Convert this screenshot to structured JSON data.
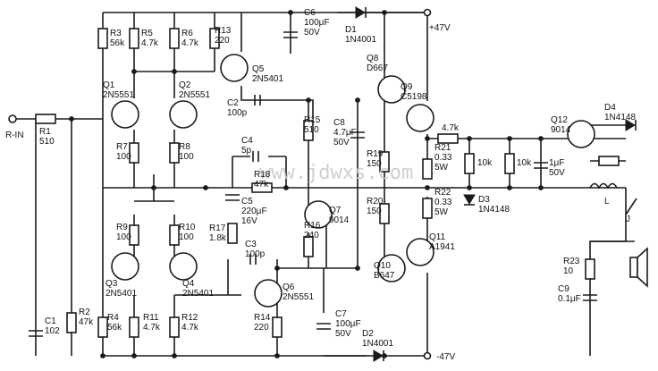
{
  "supply": {
    "pos": "+47V",
    "neg": "-47V"
  },
  "input": {
    "label": "R-IN"
  },
  "watermark": "www.jdwxs.com",
  "parts": {
    "R1": [
      "R1",
      "510"
    ],
    "R2": [
      "R2",
      "47k"
    ],
    "C1": [
      "C1",
      "102"
    ],
    "R3": [
      "R3",
      "56k"
    ],
    "R5": [
      "R5",
      "4.7k"
    ],
    "R6": [
      "R6",
      "4.7k"
    ],
    "R13": [
      "R13",
      "220"
    ],
    "C6": [
      "C6",
      "100μF",
      "50V"
    ],
    "D1": [
      "D1",
      "1N4001"
    ],
    "Q1": [
      "Q1",
      "2N5551"
    ],
    "Q2": [
      "Q2",
      "2N5551"
    ],
    "Q5": [
      "Q5",
      "2N5401"
    ],
    "C2": [
      "C2",
      "100p"
    ],
    "R7": [
      "R7",
      "100"
    ],
    "R8": [
      "R8",
      "100"
    ],
    "C4": [
      "C4",
      "5p"
    ],
    "R18": [
      "R18",
      "47k"
    ],
    "R15": [
      "R15",
      "510"
    ],
    "C8": [
      "C8",
      "4.7μF",
      "50V"
    ],
    "Q8": [
      "Q8",
      "D667"
    ],
    "Q9": [
      "Q9",
      "C5198"
    ],
    "R19": [
      "R19",
      "150"
    ],
    "R21": [
      "R21",
      "0.33",
      "5W"
    ],
    "R_4k7": [
      "4.7k"
    ],
    "R_10k_a": [
      "10k"
    ],
    "R_10k_b": [
      "10k"
    ],
    "C_1u": [
      "1μF",
      "50V"
    ],
    "Q12": [
      "Q12",
      "9014"
    ],
    "D4": [
      "D4",
      "1N4148"
    ],
    "D3": [
      "D3",
      "1N4148"
    ],
    "C5": [
      "C5",
      "220μF",
      "16V"
    ],
    "R17": [
      "R17",
      "1.8k"
    ],
    "Q7": [
      "Q7",
      "9014"
    ],
    "R16": [
      "R16",
      "240"
    ],
    "R20": [
      "R20",
      "150"
    ],
    "R22": [
      "R22",
      "0.33",
      "5W"
    ],
    "Q11": [
      "Q11",
      "A1941"
    ],
    "L": [
      "L"
    ],
    "J": [
      "J"
    ],
    "R9": [
      "R9",
      "100"
    ],
    "R10": [
      "R10",
      "100"
    ],
    "C3": [
      "C3",
      "100p"
    ],
    "Q3": [
      "Q3",
      "2N5401"
    ],
    "Q4": [
      "Q4",
      "2N5401"
    ],
    "Q6": [
      "Q6",
      "2N5551"
    ],
    "Q10": [
      "Q10",
      "B647"
    ],
    "R4": [
      "R4",
      "56k"
    ],
    "R11": [
      "R11",
      "4.7k"
    ],
    "R12": [
      "R12",
      "4.7k"
    ],
    "R14": [
      "R14",
      "220"
    ],
    "C7": [
      "C7",
      "100μF",
      "50V"
    ],
    "D2": [
      "D2",
      "1N4001"
    ],
    "R23": [
      "R23",
      "10"
    ],
    "C9": [
      "C9",
      "0.1μF"
    ]
  }
}
